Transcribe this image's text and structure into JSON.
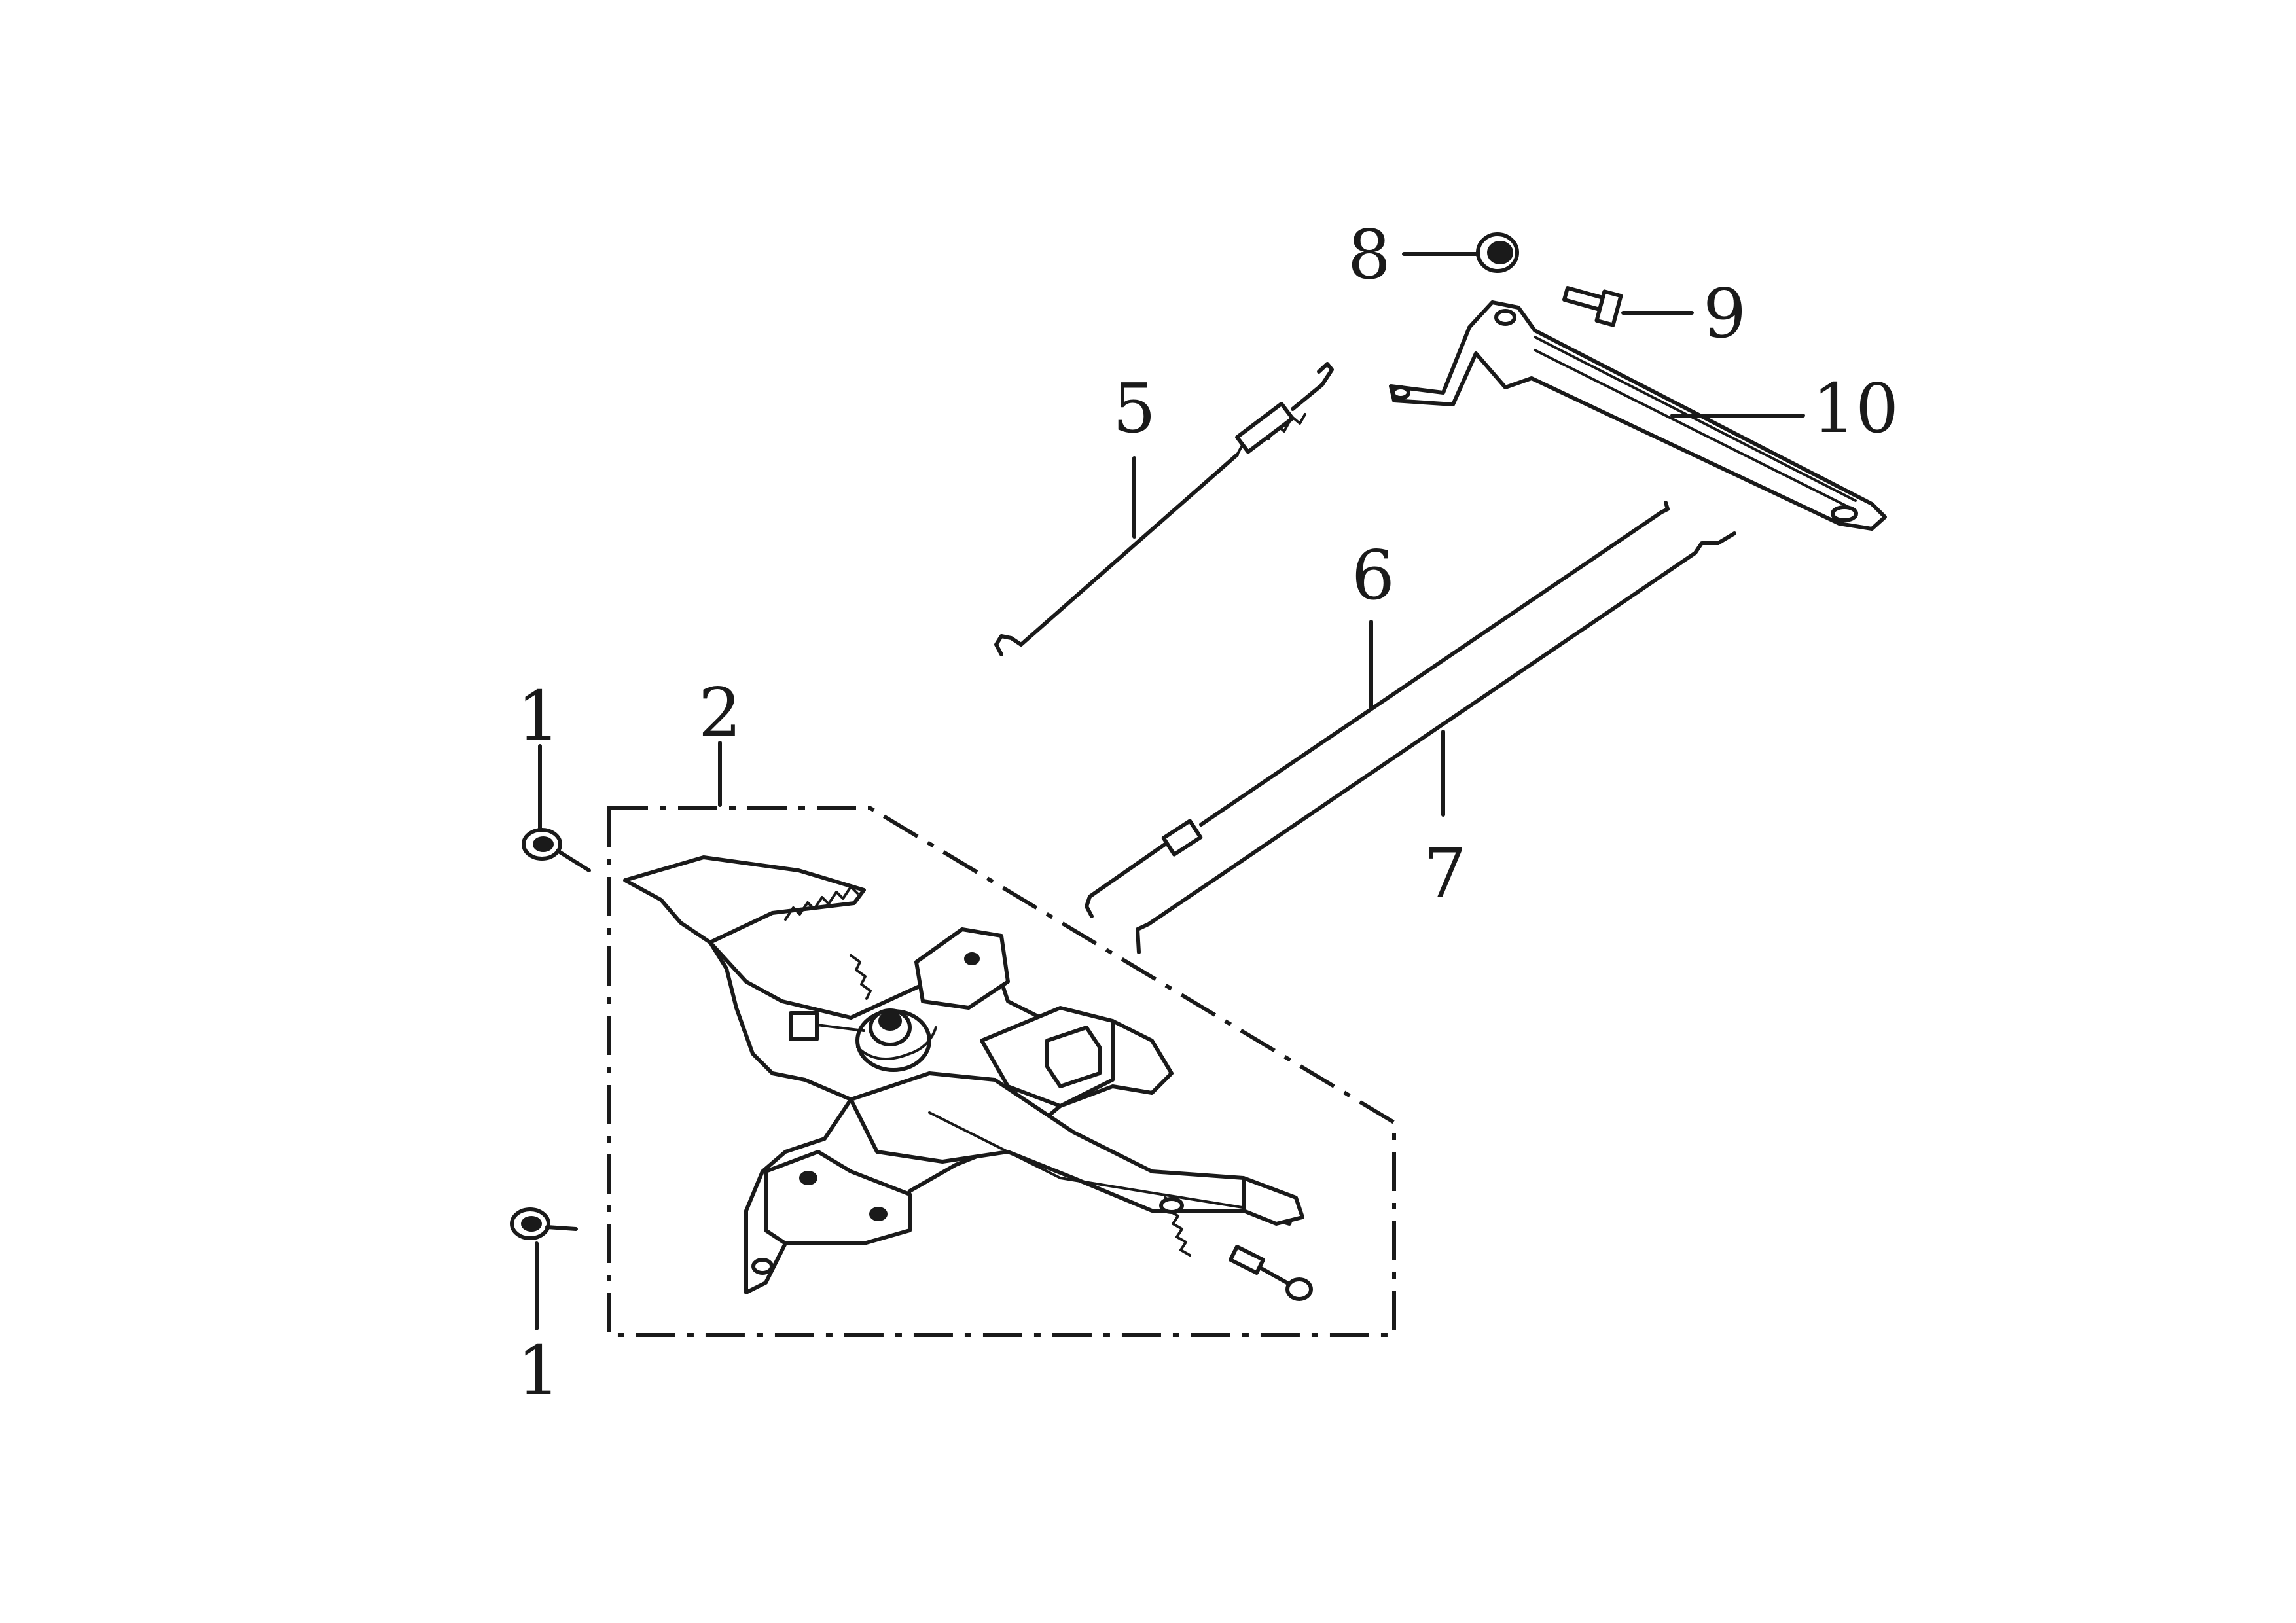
{
  "callouts": {
    "c1_top": "1",
    "c1_bottom": "1",
    "c2": "2",
    "c5": "5",
    "c6": "6",
    "c7": "7",
    "c8": "8",
    "c9": "9",
    "c10": "10"
  },
  "colors": {
    "line": "#1a1a1a",
    "background": "#ffffff"
  }
}
